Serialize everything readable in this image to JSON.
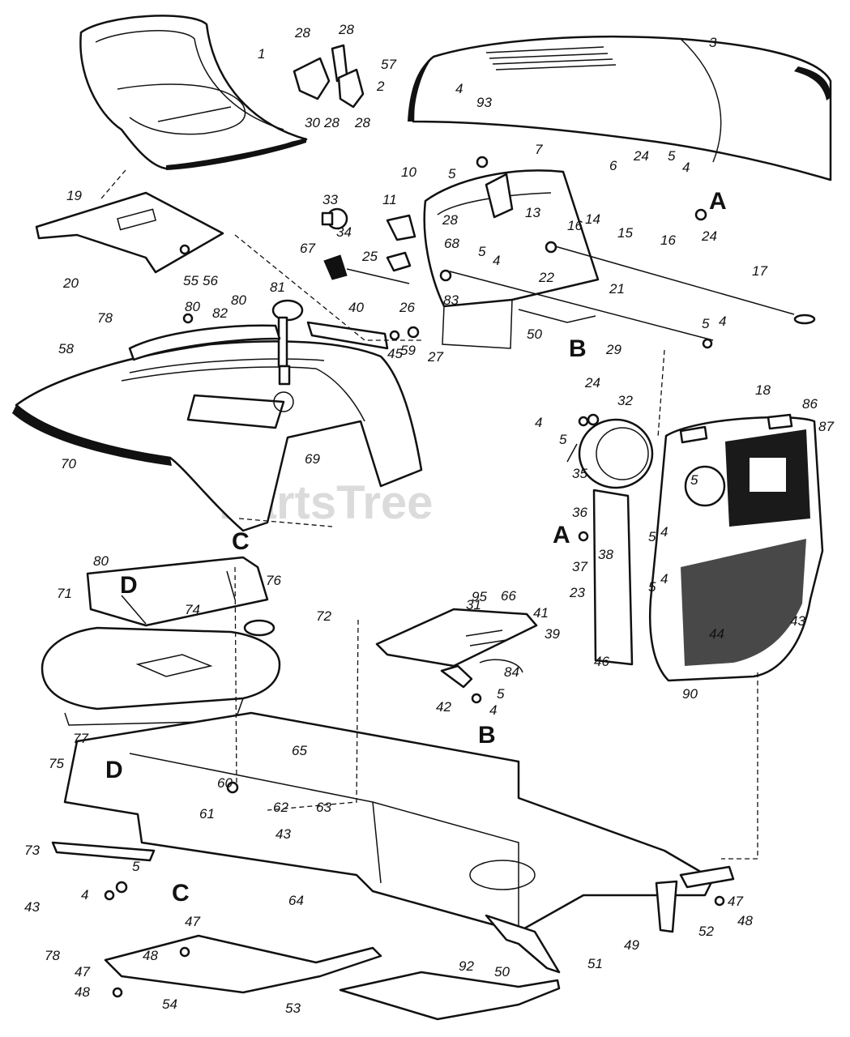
{
  "watermark": "PartsTree",
  "parts": [
    {
      "id": "p1",
      "text": "1"
    },
    {
      "id": "p2",
      "text": "2"
    },
    {
      "id": "p3",
      "text": "3"
    },
    {
      "id": "p4a",
      "text": "4"
    },
    {
      "id": "p5a",
      "text": "5"
    },
    {
      "id": "p6",
      "text": "6"
    },
    {
      "id": "p7",
      "text": "7"
    },
    {
      "id": "p10",
      "text": "10"
    },
    {
      "id": "p11",
      "text": "11"
    },
    {
      "id": "p13",
      "text": "13"
    },
    {
      "id": "p14",
      "text": "14"
    },
    {
      "id": "p15",
      "text": "15"
    },
    {
      "id": "p16a",
      "text": "16"
    },
    {
      "id": "p16b",
      "text": "16"
    },
    {
      "id": "p17",
      "text": "17"
    },
    {
      "id": "p18",
      "text": "18"
    },
    {
      "id": "p19",
      "text": "19"
    },
    {
      "id": "p20",
      "text": "20"
    },
    {
      "id": "p21",
      "text": "21"
    },
    {
      "id": "p22",
      "text": "22"
    },
    {
      "id": "p23",
      "text": "23"
    },
    {
      "id": "p24a",
      "text": "24"
    },
    {
      "id": "p24b",
      "text": "24"
    },
    {
      "id": "p24c",
      "text": "24"
    },
    {
      "id": "p25",
      "text": "25"
    },
    {
      "id": "p26",
      "text": "26"
    },
    {
      "id": "p27",
      "text": "27"
    },
    {
      "id": "p28a",
      "text": "28"
    },
    {
      "id": "p28b",
      "text": "28"
    },
    {
      "id": "p28c",
      "text": "28"
    },
    {
      "id": "p28d",
      "text": "28"
    },
    {
      "id": "p28e",
      "text": "28"
    },
    {
      "id": "p29",
      "text": "29"
    },
    {
      "id": "p30",
      "text": "30"
    },
    {
      "id": "p31",
      "text": "31"
    },
    {
      "id": "p32",
      "text": "32"
    },
    {
      "id": "p33",
      "text": "33"
    },
    {
      "id": "p34",
      "text": "34"
    },
    {
      "id": "p35",
      "text": "35"
    },
    {
      "id": "p36",
      "text": "36"
    },
    {
      "id": "p37",
      "text": "37"
    },
    {
      "id": "p38",
      "text": "38"
    },
    {
      "id": "p39",
      "text": "39"
    },
    {
      "id": "p40",
      "text": "40"
    },
    {
      "id": "p41",
      "text": "41"
    },
    {
      "id": "p42",
      "text": "42"
    },
    {
      "id": "p43a",
      "text": "43"
    },
    {
      "id": "p43b",
      "text": "43"
    },
    {
      "id": "p43c",
      "text": "43"
    },
    {
      "id": "p44",
      "text": "44"
    },
    {
      "id": "p45",
      "text": "45"
    },
    {
      "id": "p46",
      "text": "46"
    },
    {
      "id": "p47a",
      "text": "47"
    },
    {
      "id": "p47b",
      "text": "47"
    },
    {
      "id": "p47c",
      "text": "47"
    },
    {
      "id": "p48a",
      "text": "48"
    },
    {
      "id": "p48b",
      "text": "48"
    },
    {
      "id": "p48c",
      "text": "48"
    },
    {
      "id": "p49",
      "text": "49"
    },
    {
      "id": "p50a",
      "text": "50"
    },
    {
      "id": "p50b",
      "text": "50"
    },
    {
      "id": "p51",
      "text": "51"
    },
    {
      "id": "p52",
      "text": "52"
    },
    {
      "id": "p53",
      "text": "53"
    },
    {
      "id": "p54",
      "text": "54"
    },
    {
      "id": "p55",
      "text": "55"
    },
    {
      "id": "p56",
      "text": "56"
    },
    {
      "id": "p57",
      "text": "57"
    },
    {
      "id": "p58",
      "text": "58"
    },
    {
      "id": "p59",
      "text": "59"
    },
    {
      "id": "p60",
      "text": "60"
    },
    {
      "id": "p61",
      "text": "61"
    },
    {
      "id": "p62",
      "text": "62"
    },
    {
      "id": "p63",
      "text": "63"
    },
    {
      "id": "p64",
      "text": "64"
    },
    {
      "id": "p65",
      "text": "65"
    },
    {
      "id": "p66",
      "text": "66"
    },
    {
      "id": "p67",
      "text": "67"
    },
    {
      "id": "p68",
      "text": "68"
    },
    {
      "id": "p69",
      "text": "69"
    },
    {
      "id": "p70",
      "text": "70"
    },
    {
      "id": "p71",
      "text": "71"
    },
    {
      "id": "p72",
      "text": "72"
    },
    {
      "id": "p73",
      "text": "73"
    },
    {
      "id": "p74",
      "text": "74"
    },
    {
      "id": "p75",
      "text": "75"
    },
    {
      "id": "p76",
      "text": "76"
    },
    {
      "id": "p77",
      "text": "77"
    },
    {
      "id": "p78a",
      "text": "78"
    },
    {
      "id": "p78b",
      "text": "78"
    },
    {
      "id": "p80a",
      "text": "80"
    },
    {
      "id": "p80b",
      "text": "80"
    },
    {
      "id": "p80c",
      "text": "80"
    },
    {
      "id": "p81",
      "text": "81"
    },
    {
      "id": "p82",
      "text": "82"
    },
    {
      "id": "p83",
      "text": "83"
    },
    {
      "id": "p84",
      "text": "84"
    },
    {
      "id": "p86",
      "text": "86"
    },
    {
      "id": "p87",
      "text": "87"
    },
    {
      "id": "p90",
      "text": "90"
    },
    {
      "id": "p92",
      "text": "92"
    },
    {
      "id": "p93",
      "text": "93"
    },
    {
      "id": "p95",
      "text": "95"
    },
    {
      "id": "p4b",
      "text": "4"
    },
    {
      "id": "p4c",
      "text": "4"
    },
    {
      "id": "p4d",
      "text": "4"
    },
    {
      "id": "p4e",
      "text": "4"
    },
    {
      "id": "p4f",
      "text": "4"
    },
    {
      "id": "p4g",
      "text": "4"
    },
    {
      "id": "p4h",
      "text": "4"
    },
    {
      "id": "p4i",
      "text": "4"
    },
    {
      "id": "p5b",
      "text": "5"
    },
    {
      "id": "p5c",
      "text": "5"
    },
    {
      "id": "p5d",
      "text": "5"
    },
    {
      "id": "p5e",
      "text": "5"
    },
    {
      "id": "p5f",
      "text": "5"
    },
    {
      "id": "p5g",
      "text": "5"
    },
    {
      "id": "p5h",
      "text": "5"
    },
    {
      "id": "p5i",
      "text": "5"
    },
    {
      "id": "p5j",
      "text": "5"
    }
  ],
  "refs": [
    {
      "id": "refA1",
      "text": "A"
    },
    {
      "id": "refA2",
      "text": "A"
    },
    {
      "id": "refB1",
      "text": "B"
    },
    {
      "id": "refB2",
      "text": "B"
    },
    {
      "id": "refC1",
      "text": "C"
    },
    {
      "id": "refC2",
      "text": "C"
    },
    {
      "id": "refD1",
      "text": "D"
    },
    {
      "id": "refD2",
      "text": "D"
    }
  ]
}
